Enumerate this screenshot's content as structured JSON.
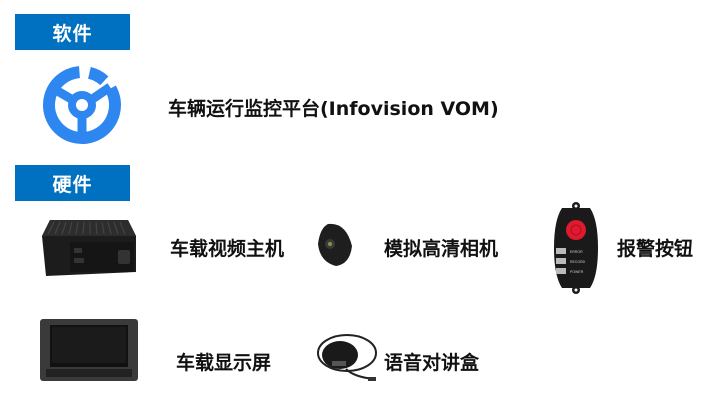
{
  "software": {
    "header": "软件",
    "items": [
      {
        "label": "车辆运行监控平台(Infovision VOM)",
        "icon": "infovision-logo-icon",
        "icon_color": "#2E86F0"
      }
    ]
  },
  "hardware": {
    "header": "硬件",
    "items": [
      {
        "label": "车载视频主机",
        "image": "mobile-dvr-device"
      },
      {
        "label": "模拟高清相机",
        "image": "analog-hd-camera"
      },
      {
        "label": "报警按钮",
        "image": "alarm-button",
        "panel_labels": [
          "ERROR",
          "RECORD",
          "POWER"
        ]
      },
      {
        "label": "车载显示屏",
        "image": "vehicle-monitor"
      },
      {
        "label": "语音对讲盒",
        "image": "intercom-box"
      }
    ]
  },
  "colors": {
    "header_bg": "#0070C0",
    "logo": "#2E86F0",
    "alarm_red": "#E0192E"
  }
}
